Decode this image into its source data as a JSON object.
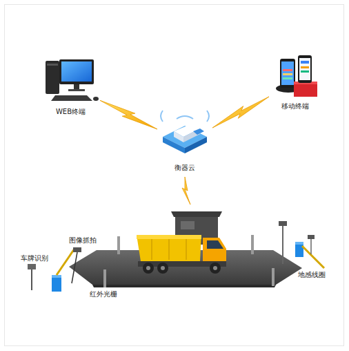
{
  "diagram": {
    "nodes": [
      {
        "text": [
          "WEB终端"
        ]
      },
      {
        "text": [
          "移动终端"
        ]
      },
      {
        "text": [
          "衡器云"
        ]
      }
    ],
    "edges": [
      {
        "from": 0,
        "to": 2,
        "arrow": "none"
      },
      {
        "from": 1,
        "to": 2,
        "arrow": "none"
      }
    ],
    "labels": [
      "图像抓拍",
      "车牌识别",
      "红外光栅",
      "地感线圈"
    ]
  }
}
